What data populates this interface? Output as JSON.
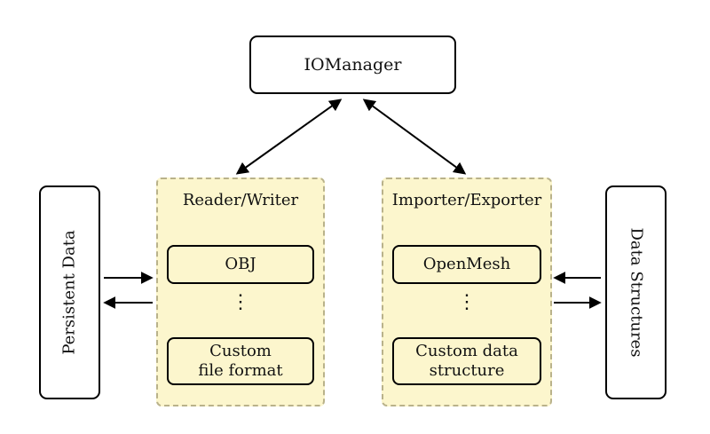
{
  "diagram": {
    "io_manager": {
      "label": "IOManager"
    },
    "left_box": {
      "label": "Persistent Data"
    },
    "right_box": {
      "label": "Data Structures"
    },
    "reader_writer": {
      "title": "Reader/Writer",
      "ellipsis": "⋮",
      "items": [
        {
          "line1": "OBJ",
          "line2": ""
        },
        {
          "line1": "Custom",
          "line2": "file format"
        }
      ]
    },
    "importer_exporter": {
      "title": "Importer/Exporter",
      "ellipsis": "⋮",
      "items": [
        {
          "line1": "OpenMesh",
          "line2": ""
        },
        {
          "line1": "Custom data",
          "line2": "structure"
        }
      ]
    },
    "arrows": [
      "iomanager-to-reader-writer-bidirectional",
      "iomanager-to-importer-exporter-bidirectional",
      "persistent-data-to-reader-writer",
      "reader-writer-to-persistent-data",
      "data-structures-to-importer-exporter",
      "importer-exporter-to-data-structures"
    ]
  },
  "colors": {
    "group_fill": "#fcf6cd",
    "group_border": "#b9b28a",
    "node_border": "#000000",
    "arrow": "#000000",
    "background": "#ffffff"
  }
}
